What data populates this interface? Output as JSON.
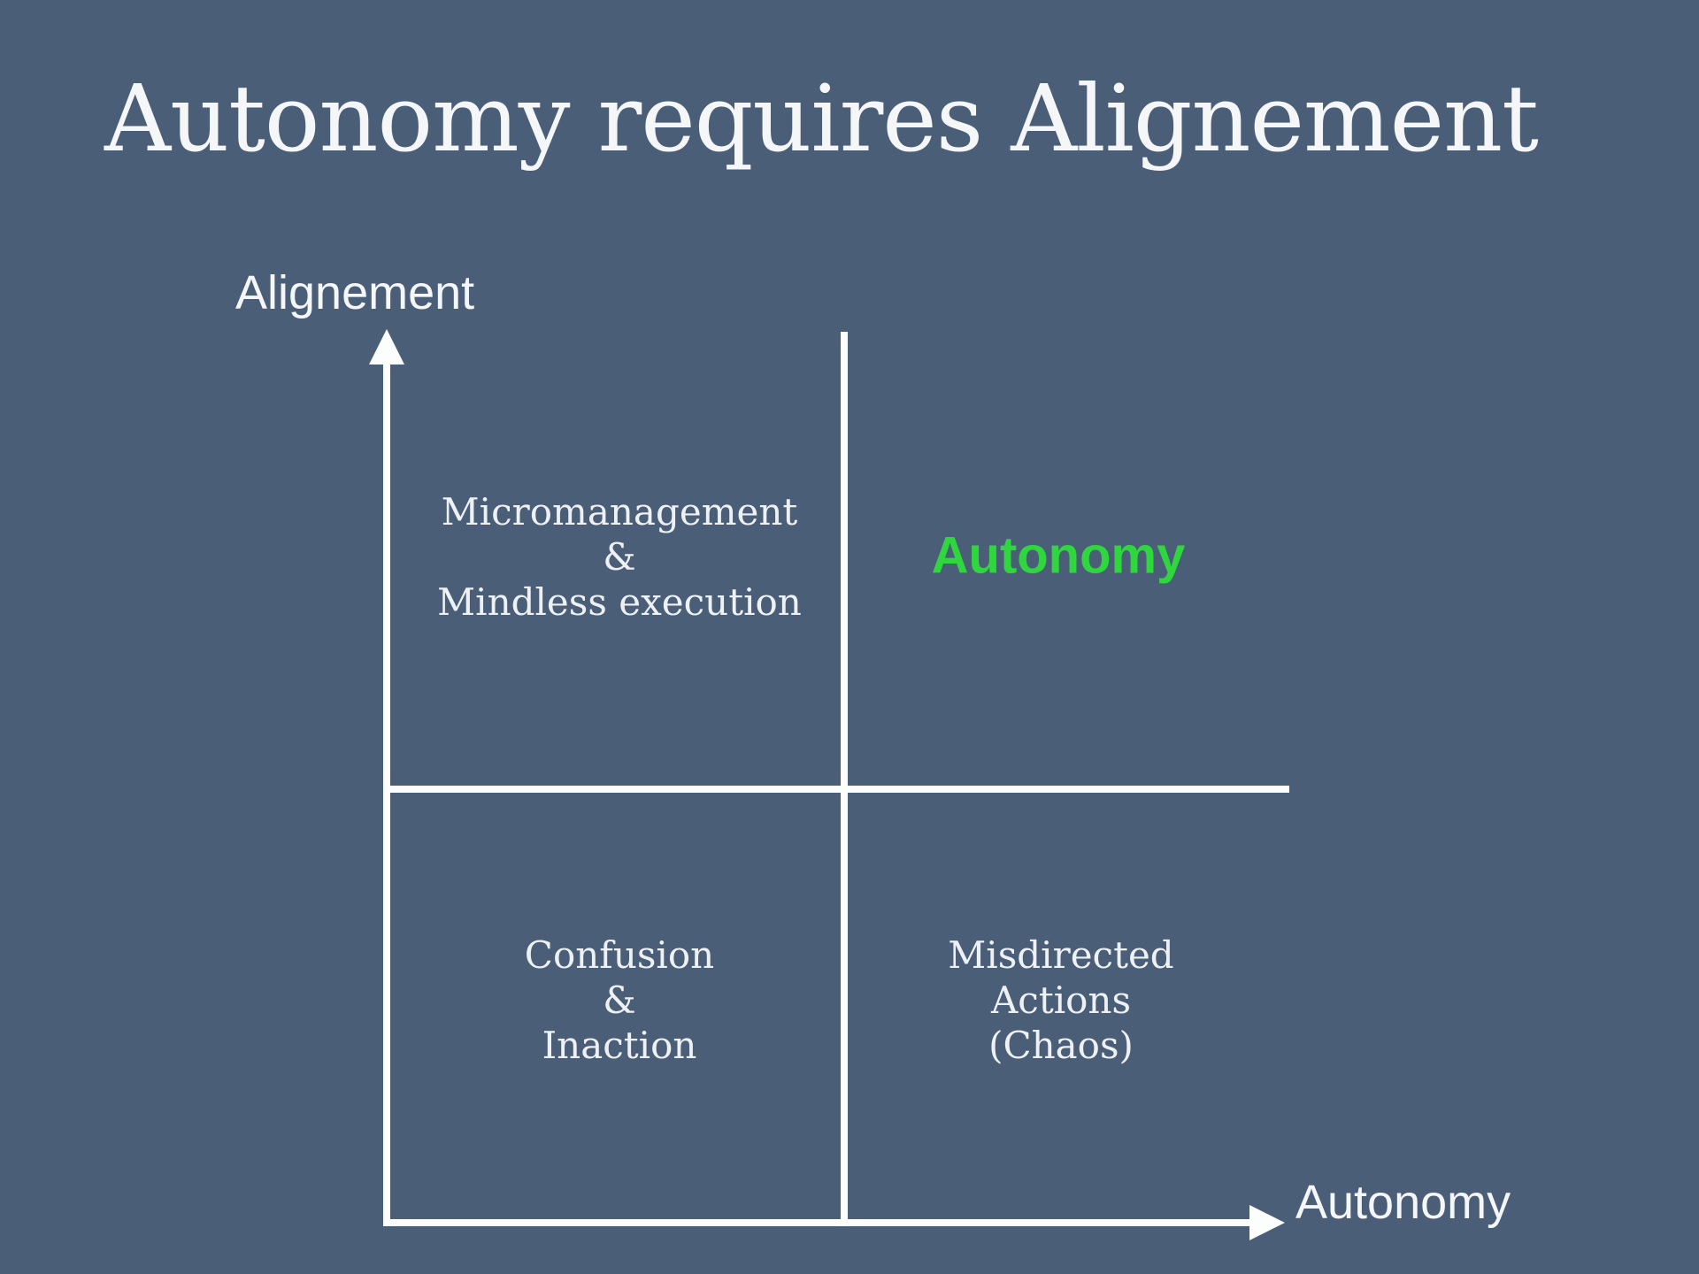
{
  "slide": {
    "title": "Autonomy requires Alignement"
  },
  "axes": {
    "y_label": "Alignement",
    "x_label": "Autonomy"
  },
  "quadrants": {
    "top_left": {
      "line1": "Micromanagement",
      "line2": "&",
      "line3": "Mindless execution"
    },
    "top_right": {
      "label": "Autonomy"
    },
    "bottom_left": {
      "line1": "Confusion",
      "line2": "&",
      "line3": "Inaction"
    },
    "bottom_right": {
      "line1": "Misdirected",
      "line2": "Actions",
      "line3": "(Chaos)"
    }
  },
  "colors": {
    "background": "#4b5e78",
    "line": "#fcfdfd",
    "text": "#f4f6f8",
    "highlight_green": "#2fd63e"
  }
}
